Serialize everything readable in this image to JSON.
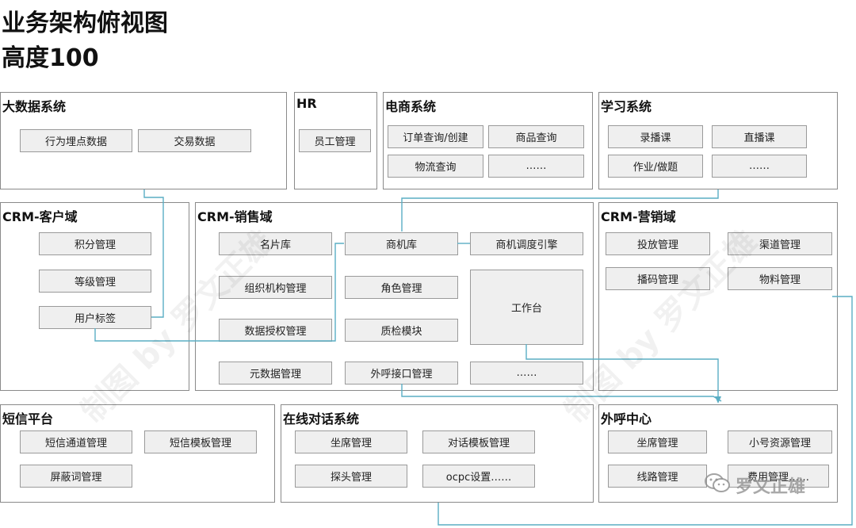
{
  "header": {
    "title": "业务架构俯视图",
    "subtitle": "高度100"
  },
  "domains": [
    {
      "id": "bigdata",
      "title": "大数据系统",
      "modules": [
        "行为埋点数据",
        "交易数据"
      ]
    },
    {
      "id": "hr",
      "title": "HR",
      "modules": [
        "员工管理"
      ]
    },
    {
      "id": "ecommerce",
      "title": "电商系统",
      "modules": [
        "订单查询/创建",
        "商品查询",
        "物流查询",
        "……"
      ]
    },
    {
      "id": "learning",
      "title": "学习系统",
      "modules": [
        "录播课",
        "直播课",
        "作业/做题",
        "……"
      ]
    },
    {
      "id": "crm_customer",
      "title": "CRM-客户域",
      "modules": [
        "积分管理",
        "等级管理",
        "用户标签"
      ]
    },
    {
      "id": "crm_sales",
      "title": "CRM-销售域",
      "modules": [
        "名片库",
        "商机库",
        "商机调度引擎",
        "组织机构管理",
        "角色管理",
        "工作台",
        "数据授权管理",
        "质检模块",
        "元数据管理",
        "外呼接口管理",
        "……"
      ]
    },
    {
      "id": "crm_marketing",
      "title": "CRM-营销域",
      "modules": [
        "投放管理",
        "渠道管理",
        "播码管理",
        "物料管理"
      ]
    },
    {
      "id": "sms",
      "title": "短信平台",
      "modules": [
        "短信通道管理",
        "短信模板管理",
        "屏蔽词管理"
      ]
    },
    {
      "id": "chat",
      "title": "在线对话系统",
      "modules": [
        "坐席管理",
        "对话模板管理",
        "探头管理",
        "ocpc设置……"
      ]
    },
    {
      "id": "callcenter",
      "title": "外呼中心",
      "modules": [
        "坐席管理",
        "小号资源管理",
        "线路管理",
        "费用管理……"
      ]
    }
  ],
  "watermark": "制图 by 罗文正雄",
  "logo": {
    "text": "罗文正雄",
    "icon": "wechat-icon"
  },
  "colors": {
    "connector": "#5aaec4",
    "border": "#8a8a8a",
    "module_fill": "#efefef"
  }
}
